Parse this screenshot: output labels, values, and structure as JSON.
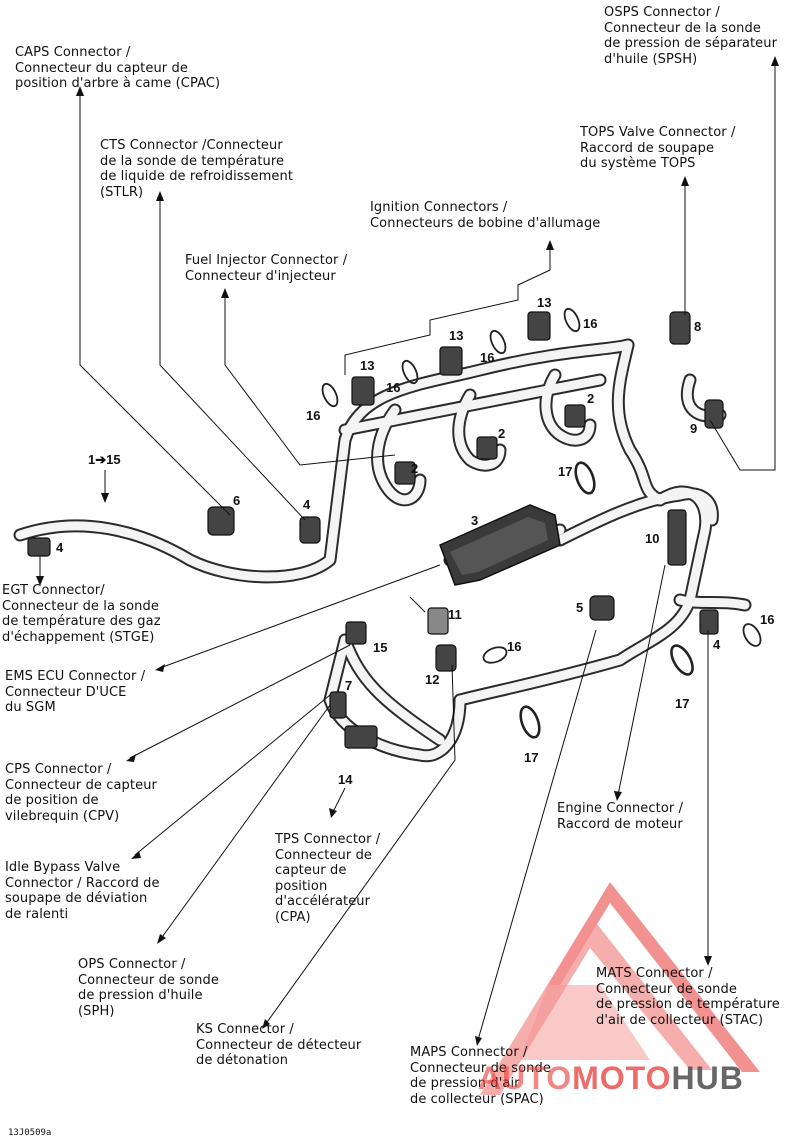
{
  "labels": {
    "osps": "OSPS Connector /\nConnecteur de la sonde\nde pression de séparateur\nd'huile (SPSH)",
    "caps": "CAPS Connector /\nConnecteur du capteur de\nposition d'arbre à came (CPAC)",
    "cts": "CTS Connector /Connecteur\nde la sonde de température\nde liquide de refroidissement\n(STLR)",
    "tops": "TOPS Valve Connector /\nRaccord de soupape\ndu système TOPS",
    "ignition": "Ignition Connectors /\nConnecteurs de bobine d'allumage",
    "fuel_injector": "Fuel Injector Connector /\nConnecteur d'injecteur",
    "egt": "EGT Connector/\nConnecteur de la sonde\nde température des gaz\nd'échappement (STGE)",
    "ems_ecu": "EMS ECU Connector /\nConnecteur D'UCE\ndu SGM",
    "cps": "CPS Connector /\nConnecteur de capteur\nde position de\nvilebrequin (CPV)",
    "idle_bypass": "Idle Bypass Valve\nConnector / Raccord de\nsoupape de déviation\nde ralenti",
    "tps": "TPS Connector /\nConnecteur de\ncapteur de\nposition\nd'accélérateur\n(CPA)",
    "ops": "OPS Connector /\nConnecteur de sonde\nde pression d'huile\n(SPH)",
    "engine": "Engine Connector /\nRaccord de moteur",
    "mats": "MATS Connector /\nConnecteur de sonde\nde pression de température\nd'air de collecteur (STAC)",
    "ks": "KS Connector /\nConnecteur de détecteur\nde détonation",
    "maps": "MAPS Connector /\nConnecteur de sonde\nde pression d'air\nde collecteur (SPAC)"
  },
  "callouts": {
    "n1_15": "1➔15",
    "n2": "2",
    "n3": "3",
    "n4": "4",
    "n5": "5",
    "n6": "6",
    "n7": "7",
    "n8": "8",
    "n9": "9",
    "n10": "10",
    "n11": "11",
    "n12": "12",
    "n13": "13",
    "n14": "14",
    "n15": "15",
    "n16": "16",
    "n17": "17"
  },
  "figure_id": "13J0509a",
  "watermark": {
    "part1": "AUTO",
    "part2": "MOTO",
    "part3": "HUB",
    "color_red": "#e83a36",
    "color_gray": "#4d4d4d"
  }
}
